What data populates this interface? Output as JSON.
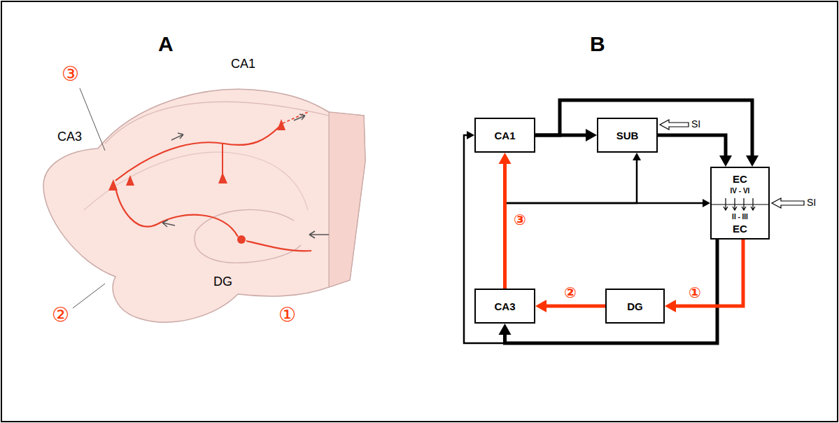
{
  "diagram": {
    "nodes": [
      {
        "text": [
          "CA1"
        ]
      },
      {
        "text": [
          "SUB"
        ]
      },
      {
        "text": [
          "EC",
          "IV - VI",
          "II - III",
          "EC"
        ]
      },
      {
        "text": [
          "CA3"
        ]
      },
      {
        "text": [
          "DG"
        ]
      }
    ],
    "edges": [
      {
        "from": 0,
        "to": 1,
        "arrow": "to"
      },
      {
        "from": 0,
        "to": 2,
        "arrow": "to"
      },
      {
        "from": 1,
        "to": 2,
        "arrow": "to"
      },
      {
        "from": 3,
        "to": 0,
        "arrow": "to",
        "label": "③"
      },
      {
        "from": 3,
        "to": 1,
        "arrow": "to"
      },
      {
        "from": 3,
        "to": 2,
        "arrow": "to"
      },
      {
        "from": 2,
        "to": 4,
        "arrow": "to",
        "label": "①"
      },
      {
        "from": 4,
        "to": 3,
        "arrow": "to",
        "label": "②"
      },
      {
        "from": 2,
        "to": 3,
        "arrow": "to"
      },
      {
        "from": 2,
        "to": 0,
        "arrow": "to"
      }
    ],
    "labels": [
      "A",
      "B",
      "CA1",
      "CA3",
      "DG",
      "③",
      "②",
      "①",
      "SI",
      "SI"
    ]
  }
}
